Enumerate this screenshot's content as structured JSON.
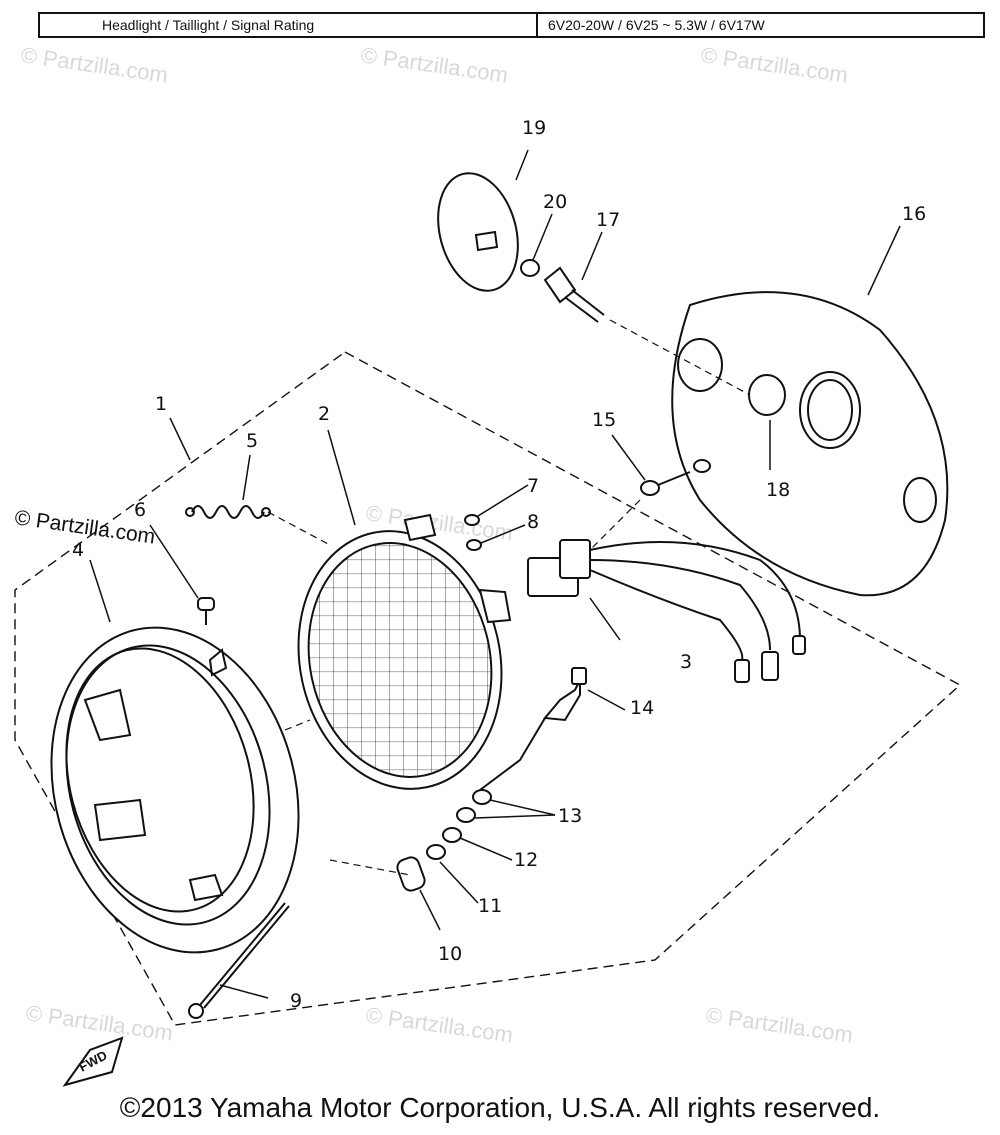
{
  "rating": {
    "label": "Headlight / Taillight / Signal Rating",
    "value": "6V20-20W / 6V25 ~ 5.3W / 6V17W"
  },
  "callouts": [
    "1",
    "2",
    "3",
    "4",
    "5",
    "6",
    "7",
    "8",
    "9",
    "10",
    "11",
    "12",
    "13",
    "14",
    "15",
    "16",
    "17",
    "18",
    "19",
    "20"
  ],
  "watermark": "© Partzilla.com",
  "fwd_label": "FWD",
  "copyright": "©2013 Yamaha Motor Corporation, U.S.A. All rights reserved.",
  "colors": {
    "ink": "#111111",
    "watermark": "#b9b9b9",
    "background": "#ffffff"
  }
}
